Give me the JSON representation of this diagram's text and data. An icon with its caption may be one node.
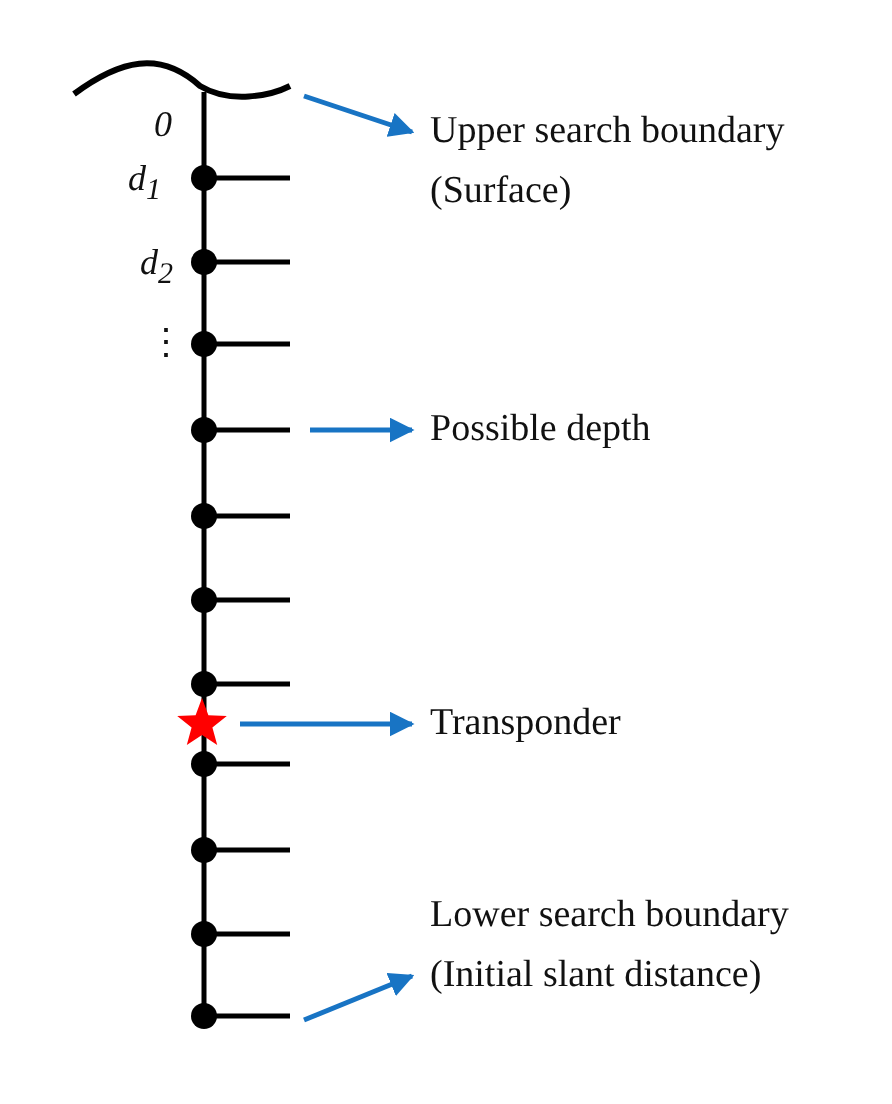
{
  "diagram": {
    "nodes": [
      {
        "text": [
          "Upper search boundary (Surface)"
        ]
      },
      {
        "text": [
          "Possible depth"
        ]
      },
      {
        "text": [],
        "shape": "star"
      },
      {
        "text": [
          "Transponder"
        ]
      },
      {
        "text": [
          "Lower search boundary (Initial slant distance)"
        ]
      }
    ],
    "edges": [
      {
        "from": null,
        "to": 0,
        "arrow": "to"
      },
      {
        "from": null,
        "to": 1,
        "arrow": "to"
      },
      {
        "from": 2,
        "to": 3,
        "arrow": "to"
      },
      {
        "from": null,
        "to": 4,
        "arrow": "to"
      }
    ],
    "labels": [
      "0",
      "d$_{1}$",
      "d$_{2}$",
      "⋮"
    ]
  }
}
